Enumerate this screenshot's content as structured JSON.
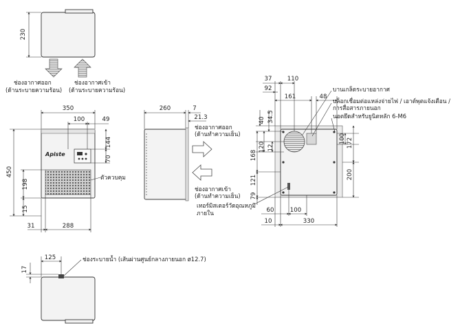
{
  "top_view": {
    "height_dim": "230",
    "exhaust_label_1": "ช่องอากาศออก",
    "exhaust_label_2": "(ด้านระบายความร้อน)",
    "intake_label_1": "ช่องอากาศเข้า",
    "intake_label_2": "(ด้านระบายความร้อน)"
  },
  "front_view": {
    "width_dim": "350",
    "dim_100": "100",
    "dim_49": "49",
    "height_dim": "450",
    "dim_144": "144",
    "dim_70": "70",
    "dim_198": "198",
    "dim_15": "15",
    "dim_31": "31",
    "dim_288": "288",
    "brand": "Apiste",
    "filter_label": "ตัวควบคุม"
  },
  "side_view": {
    "depth_dim": "260",
    "dim_7": "7",
    "dim_21_3": "21.3",
    "outlet_label_1": "ช่องอากาศออก",
    "outlet_label_2": "(ด้านทำความเย็น)",
    "inlet_label_1": "ช่องอากาศเข้า",
    "inlet_label_2": "(ด้านทำความเย็น)",
    "thermistor_label_1": "เทอร์มิสเตอร์วัดอุณหภูมิ",
    "thermistor_label_2": "ภายใน"
  },
  "rear_view": {
    "dim_37": "37",
    "dim_110": "110",
    "dim_92": "92",
    "dim_161": "161",
    "dim_48": "48",
    "dim_40": "40",
    "dim_34_5": "34.5",
    "dim_120": "120",
    "dim_12": "12",
    "dim_168": "168",
    "dim_121": "121",
    "dim_79": "79",
    "dim_100r": "100",
    "dim_172": "172",
    "dim_200": "200",
    "dim_60": "60",
    "dim_100b": "100",
    "dim_10": "10",
    "dim_330": "330",
    "louver_label": "บานเกล็ดระบายอากาศ",
    "terminal_label_1": "บล็อกเชื่อมต่อแหล่งจ่ายไฟ / เอาต์พุตแจ้งเตือน /",
    "terminal_label_2": "การสื่อสารภายนอก",
    "nut_label": "นอตยึดสำหรับยูนิตหลัก 6-M6"
  },
  "bottom_view": {
    "dim_125": "125",
    "dim_17": "17",
    "drain_label": "ช่องระบายน้ำ (เส้นผ่านศูนย์กลางภายนอก ø12.7)"
  }
}
